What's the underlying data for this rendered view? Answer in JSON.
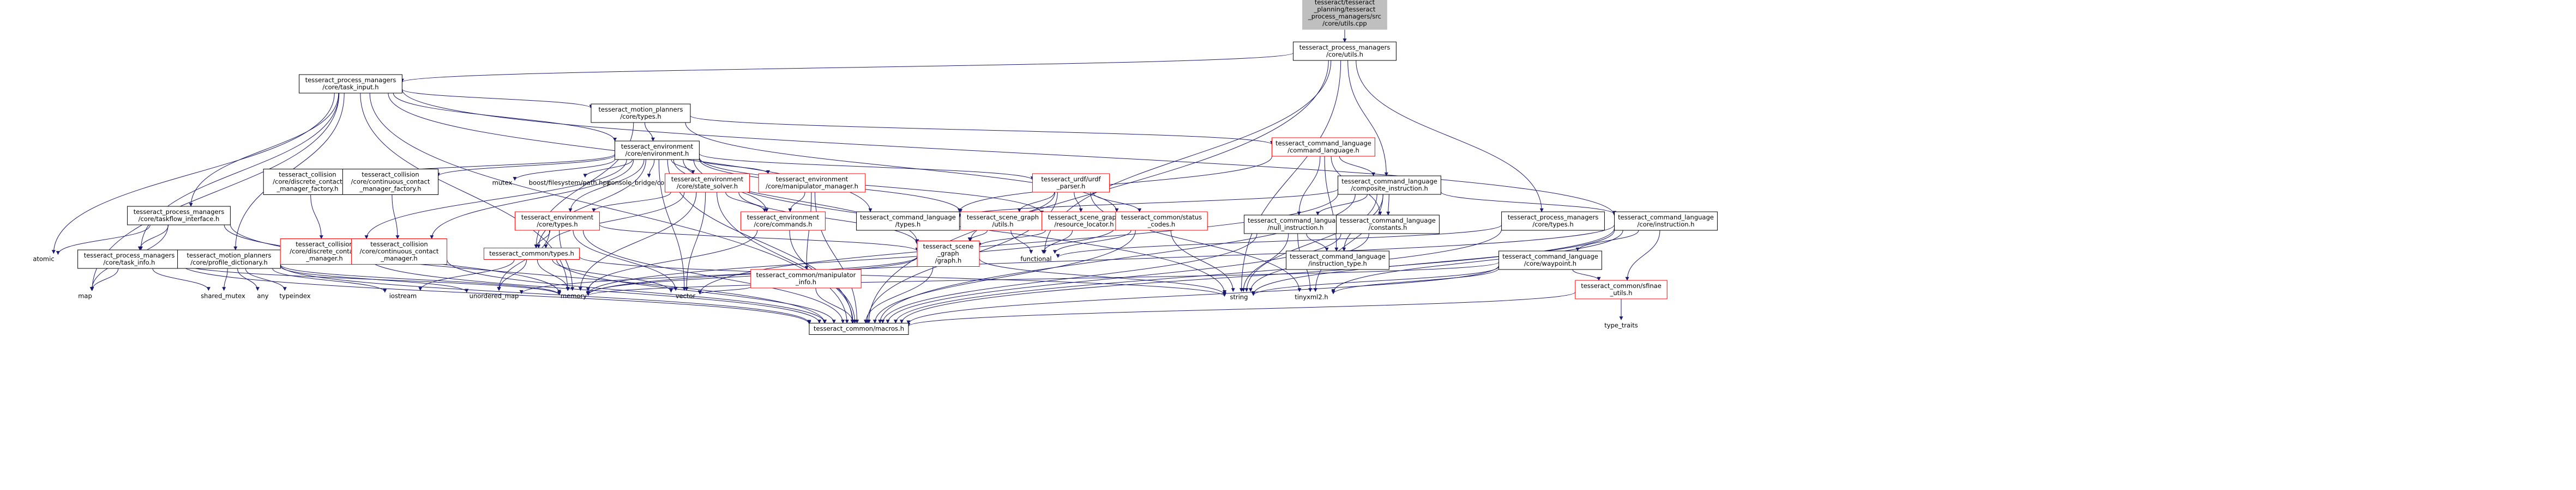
{
  "colors": {
    "edge": "#191970",
    "edge_red": "#ff0000",
    "node_border": "#000000",
    "node_fill": "#ffffff",
    "root_fill": "#bfbfbf",
    "file_text": "#000000",
    "missing_text": "#000000",
    "missing_border": "#bfbfbf",
    "file_border": "#000000",
    "highlight_border": "#ff0000"
  },
  "nodes": [
    {
      "id": "root",
      "lines": [
        "tesseract/tesseract",
        "_planning/tesseract",
        "_process_managers/src",
        "/core/utils.cpp"
      ],
      "kind": "root"
    },
    {
      "id": "utils_h",
      "lines": [
        "tesseract_process_managers",
        "/core/utils.h"
      ],
      "kind": "file"
    },
    {
      "id": "task_input_h",
      "lines": [
        "tesseract_process_managers",
        "/core/task_input.h"
      ],
      "kind": "file"
    },
    {
      "id": "mp_types_h",
      "lines": [
        "tesseract_motion_planners",
        "/core/types.h"
      ],
      "kind": "file"
    },
    {
      "id": "env_h",
      "lines": [
        "tesseract_environment",
        "/core/environment.h"
      ],
      "kind": "file"
    },
    {
      "id": "cl_command_language_h",
      "lines": [
        "tesseract_command_language",
        "/command_language.h"
      ],
      "kind": "red"
    },
    {
      "id": "composite_instruction_h",
      "lines": [
        "tesseract_command_language",
        "/composite_instruction.h"
      ],
      "kind": "file"
    },
    {
      "id": "taskflow_iface_h",
      "lines": [
        "tesseract_process_managers",
        "/core/taskflow_interface.h"
      ],
      "kind": "file"
    },
    {
      "id": "task_info_h",
      "lines": [
        "tesseract_process_managers",
        "/core/task_info.h"
      ],
      "kind": "file"
    },
    {
      "id": "profile_dict_h",
      "lines": [
        "tesseract_motion_planners",
        "/core/profile_dictionary.h"
      ],
      "kind": "file"
    },
    {
      "id": "dcm_factory_h",
      "lines": [
        "tesseract_collision",
        "/core/discrete_contact",
        "_manager_factory.h"
      ],
      "kind": "file"
    },
    {
      "id": "ccm_factory_h",
      "lines": [
        "tesseract_collision",
        "/core/continuous_contact",
        "_manager_factory.h"
      ],
      "kind": "file"
    },
    {
      "id": "dcm_h",
      "lines": [
        "tesseract_collision",
        "/core/discrete_contact",
        "_manager.h"
      ],
      "kind": "red"
    },
    {
      "id": "ccm_h",
      "lines": [
        "tesseract_collision",
        "/core/continuous_contact",
        "_manager.h"
      ],
      "kind": "red"
    },
    {
      "id": "mutex",
      "lines": [
        "mutex"
      ],
      "kind": "system"
    },
    {
      "id": "boost_fs",
      "lines": [
        "boost/filesystem/path.hpp"
      ],
      "kind": "system"
    },
    {
      "id": "console_bridge",
      "lines": [
        "console_bridge/console.h"
      ],
      "kind": "system"
    },
    {
      "id": "state_solver_h",
      "lines": [
        "tesseract_environment",
        "/core/state_solver.h"
      ],
      "kind": "red"
    },
    {
      "id": "manip_manager_h",
      "lines": [
        "tesseract_environment",
        "/core/manipulator_manager.h"
      ],
      "kind": "red"
    },
    {
      "id": "env_types_h",
      "lines": [
        "tesseract_environment",
        "/core/types.h"
      ],
      "kind": "red"
    },
    {
      "id": "env_commands_h",
      "lines": [
        "tesseract_environment",
        "/core/commands.h"
      ],
      "kind": "red"
    },
    {
      "id": "common_types_h",
      "lines": [
        "tesseract_common/types.h"
      ],
      "kind": "red"
    },
    {
      "id": "manip_info_h",
      "lines": [
        "tesseract_common/manipulator",
        "_info.h"
      ],
      "kind": "red"
    },
    {
      "id": "urdf_parser_h",
      "lines": [
        "tesseract_urdf/urdf",
        "_parser.h"
      ],
      "kind": "red"
    },
    {
      "id": "sg_utils_h",
      "lines": [
        "tesseract_scene_graph",
        "/utils.h"
      ],
      "kind": "red"
    },
    {
      "id": "sg_resource_h",
      "lines": [
        "tesseract_scene_graph",
        "/resource_locator.h"
      ],
      "kind": "red"
    },
    {
      "id": "status_codes_h",
      "lines": [
        "tesseract_common/status",
        "_codes.h"
      ],
      "kind": "red"
    },
    {
      "id": "sg_graph_h",
      "lines": [
        "tesseract_scene",
        "_graph",
        "/graph.h"
      ],
      "kind": "red"
    },
    {
      "id": "cl_types_h",
      "lines": [
        "tesseract_command_language",
        "/types.h"
      ],
      "kind": "file"
    },
    {
      "id": "null_instruction_h",
      "lines": [
        "tesseract_command_language",
        "/null_instruction.h"
      ],
      "kind": "file"
    },
    {
      "id": "constants_h",
      "lines": [
        "tesseract_command_language",
        "/constants.h"
      ],
      "kind": "file"
    },
    {
      "id": "instruction_type_h",
      "lines": [
        "tesseract_command_language",
        "/instruction_type.h"
      ],
      "kind": "file"
    },
    {
      "id": "pm_types_h",
      "lines": [
        "tesseract_process_managers",
        "/core/types.h"
      ],
      "kind": "file"
    },
    {
      "id": "instruction_h",
      "lines": [
        "tesseract_command_language",
        "/core/instruction.h"
      ],
      "kind": "file"
    },
    {
      "id": "waypoint_h",
      "lines": [
        "tesseract_command_language",
        "/core/waypoint.h"
      ],
      "kind": "file"
    },
    {
      "id": "sfinae_h",
      "lines": [
        "tesseract_common/sfinae",
        "_utils.h"
      ],
      "kind": "red"
    },
    {
      "id": "type_traits",
      "lines": [
        "type_traits"
      ],
      "kind": "system"
    },
    {
      "id": "macros_h",
      "lines": [
        "tesseract_common/macros.h"
      ],
      "kind": "file"
    },
    {
      "id": "atomic",
      "lines": [
        "atomic"
      ],
      "kind": "system"
    },
    {
      "id": "map",
      "lines": [
        "map"
      ],
      "kind": "system"
    },
    {
      "id": "shared_mutex",
      "lines": [
        "shared_mutex"
      ],
      "kind": "system"
    },
    {
      "id": "any",
      "lines": [
        "any"
      ],
      "kind": "system"
    },
    {
      "id": "typeindex",
      "lines": [
        "typeindex"
      ],
      "kind": "system"
    },
    {
      "id": "unordered_map",
      "lines": [
        "unordered_map"
      ],
      "kind": "system"
    },
    {
      "id": "memory",
      "lines": [
        "memory"
      ],
      "kind": "system"
    },
    {
      "id": "vector",
      "lines": [
        "vector"
      ],
      "kind": "system"
    },
    {
      "id": "iostream",
      "lines": [
        "iostream"
      ],
      "kind": "system"
    },
    {
      "id": "functional",
      "lines": [
        "functional"
      ],
      "kind": "system"
    },
    {
      "id": "string",
      "lines": [
        "string"
      ],
      "kind": "system"
    },
    {
      "id": "tinyxml2",
      "lines": [
        "tinyxml2.h"
      ],
      "kind": "system"
    }
  ],
  "edges": [
    [
      "root",
      "utils_h"
    ],
    [
      "utils_h",
      "task_input_h"
    ],
    [
      "utils_h",
      "composite_instruction_h"
    ],
    [
      "utils_h",
      "pm_types_h"
    ],
    [
      "utils_h",
      "macros_h"
    ],
    [
      "utils_h",
      "string"
    ],
    [
      "utils_h",
      "functional"
    ],
    [
      "task_input_h",
      "mp_types_h"
    ],
    [
      "task_input_h",
      "env_h"
    ],
    [
      "task_input_h",
      "taskflow_iface_h"
    ],
    [
      "task_input_h",
      "task_info_h"
    ],
    [
      "task_input_h",
      "profile_dict_h"
    ],
    [
      "task_input_h",
      "atomic"
    ],
    [
      "task_input_h",
      "map"
    ],
    [
      "task_input_h",
      "memory"
    ],
    [
      "task_input_h",
      "cl_types_h"
    ],
    [
      "task_input_h",
      "instruction_h"
    ],
    [
      "task_input_h",
      "macros_h"
    ],
    [
      "mp_types_h",
      "env_h"
    ],
    [
      "mp_types_h",
      "cl_command_language_h"
    ],
    [
      "mp_types_h",
      "status_codes_h"
    ],
    [
      "mp_types_h",
      "common_types_h"
    ],
    [
      "env_h",
      "dcm_factory_h"
    ],
    [
      "env_h",
      "ccm_factory_h"
    ],
    [
      "env_h",
      "dcm_h"
    ],
    [
      "env_h",
      "ccm_h"
    ],
    [
      "env_h",
      "mutex"
    ],
    [
      "env_h",
      "boost_fs"
    ],
    [
      "env_h",
      "console_bridge"
    ],
    [
      "env_h",
      "state_solver_h"
    ],
    [
      "env_h",
      "manip_manager_h"
    ],
    [
      "env_h",
      "env_types_h"
    ],
    [
      "env_h",
      "env_commands_h"
    ],
    [
      "env_h",
      "urdf_parser_h"
    ],
    [
      "env_h",
      "sg_utils_h"
    ],
    [
      "env_h",
      "sg_resource_h"
    ],
    [
      "env_h",
      "sg_graph_h"
    ],
    [
      "env_h",
      "vector"
    ],
    [
      "env_h",
      "macros_h"
    ],
    [
      "env_h",
      "common_types_h"
    ],
    [
      "env_h",
      "string"
    ],
    [
      "cl_command_language_h",
      "composite_instruction_h"
    ],
    [
      "cl_command_language_h",
      "null_instruction_h"
    ],
    [
      "cl_command_language_h",
      "constants_h"
    ],
    [
      "cl_command_language_h",
      "instruction_type_h"
    ],
    [
      "cl_command_language_h",
      "cl_types_h"
    ],
    [
      "composite_instruction_h",
      "null_instruction_h"
    ],
    [
      "composite_instruction_h",
      "constants_h"
    ],
    [
      "composite_instruction_h",
      "instruction_type_h"
    ],
    [
      "composite_instruction_h",
      "instruction_h"
    ],
    [
      "composite_instruction_h",
      "string"
    ],
    [
      "composite_instruction_h",
      "tinyxml2"
    ],
    [
      "composite_instruction_h",
      "vector"
    ],
    [
      "composite_instruction_h",
      "macros_h"
    ],
    [
      "composite_instruction_h",
      "cl_types_h"
    ],
    [
      "taskflow_iface_h",
      "task_info_h"
    ],
    [
      "taskflow_iface_h",
      "atomic"
    ],
    [
      "taskflow_iface_h",
      "map"
    ],
    [
      "taskflow_iface_h",
      "memory"
    ],
    [
      "taskflow_iface_h",
      "macros_h"
    ],
    [
      "task_info_h",
      "map"
    ],
    [
      "task_info_h",
      "shared_mutex"
    ],
    [
      "task_info_h",
      "macros_h"
    ],
    [
      "task_info_h",
      "memory"
    ],
    [
      "profile_dict_h",
      "any"
    ],
    [
      "profile_dict_h",
      "typeindex"
    ],
    [
      "profile_dict_h",
      "unordered_map"
    ],
    [
      "profile_dict_h",
      "memory"
    ],
    [
      "profile_dict_h",
      "shared_mutex"
    ],
    [
      "profile_dict_h",
      "iostream"
    ],
    [
      "profile_dict_h",
      "macros_h"
    ],
    [
      "dcm_factory_h",
      "dcm_h"
    ],
    [
      "ccm_factory_h",
      "ccm_h"
    ],
    [
      "dcm_h",
      "macros_h"
    ],
    [
      "ccm_h",
      "macros_h"
    ],
    [
      "state_solver_h",
      "env_commands_h"
    ],
    [
      "state_solver_h",
      "env_types_h"
    ],
    [
      "state_solver_h",
      "common_types_h"
    ],
    [
      "state_solver_h",
      "memory"
    ],
    [
      "state_solver_h",
      "vector"
    ],
    [
      "state_solver_h",
      "macros_h"
    ],
    [
      "state_solver_h",
      "sg_graph_h"
    ],
    [
      "manip_manager_h",
      "env_commands_h"
    ],
    [
      "manip_manager_h",
      "manip_info_h"
    ],
    [
      "manip_manager_h",
      "macros_h"
    ],
    [
      "env_types_h",
      "common_types_h"
    ],
    [
      "env_types_h",
      "sg_graph_h"
    ],
    [
      "env_types_h",
      "unordered_map"
    ],
    [
      "env_types_h",
      "memory"
    ],
    [
      "env_types_h",
      "vector"
    ],
    [
      "env_types_h",
      "macros_h"
    ],
    [
      "env_commands_h",
      "memory"
    ],
    [
      "env_commands_h",
      "macros_h"
    ],
    [
      "common_types_h",
      "vector"
    ],
    [
      "common_types_h",
      "unordered_map"
    ],
    [
      "common_types_h",
      "memory"
    ],
    [
      "common_types_h",
      "iostream"
    ],
    [
      "common_types_h",
      "macros_h"
    ],
    [
      "common_types_h",
      "string"
    ],
    [
      "manip_info_h",
      "vector"
    ],
    [
      "manip_info_h",
      "macros_h"
    ],
    [
      "urdf_parser_h",
      "sg_utils_h"
    ],
    [
      "urdf_parser_h",
      "sg_resource_h"
    ],
    [
      "urdf_parser_h",
      "status_codes_h"
    ],
    [
      "urdf_parser_h",
      "sg_graph_h"
    ],
    [
      "urdf_parser_h",
      "tinyxml2"
    ],
    [
      "urdf_parser_h",
      "macros_h"
    ],
    [
      "sg_utils_h",
      "sg_graph_h"
    ],
    [
      "sg_utils_h",
      "functional"
    ],
    [
      "sg_resource_h",
      "functional"
    ],
    [
      "sg_resource_h",
      "sg_graph_h"
    ],
    [
      "status_codes_h",
      "functional"
    ],
    [
      "status_codes_h",
      "memory"
    ],
    [
      "status_codes_h",
      "string"
    ],
    [
      "status_codes_h",
      "macros_h"
    ],
    [
      "sg_graph_h",
      "memory"
    ],
    [
      "sg_graph_h",
      "string"
    ],
    [
      "sg_graph_h",
      "macros_h"
    ],
    [
      "sg_graph_h",
      "unordered_map"
    ],
    [
      "null_instruction_h",
      "instruction_type_h"
    ],
    [
      "null_instruction_h",
      "string"
    ],
    [
      "null_instruction_h",
      "tinyxml2"
    ],
    [
      "null_instruction_h",
      "macros_h"
    ],
    [
      "constants_h",
      "string"
    ],
    [
      "constants_h",
      "macros_h"
    ],
    [
      "pm_types_h",
      "functional"
    ],
    [
      "pm_types_h",
      "macros_h"
    ],
    [
      "instruction_h",
      "waypoint_h"
    ],
    [
      "instruction_h",
      "sfinae_h"
    ],
    [
      "instruction_h",
      "string"
    ],
    [
      "instruction_h",
      "tinyxml2"
    ],
    [
      "instruction_h",
      "memory"
    ],
    [
      "instruction_h",
      "macros_h"
    ],
    [
      "waypoint_h",
      "sfinae_h"
    ],
    [
      "waypoint_h",
      "memory"
    ],
    [
      "waypoint_h",
      "tinyxml2"
    ],
    [
      "waypoint_h",
      "macros_h"
    ],
    [
      "waypoint_h",
      "string"
    ],
    [
      "sfinae_h",
      "type_traits"
    ],
    [
      "sfinae_h",
      "macros_h"
    ]
  ]
}
